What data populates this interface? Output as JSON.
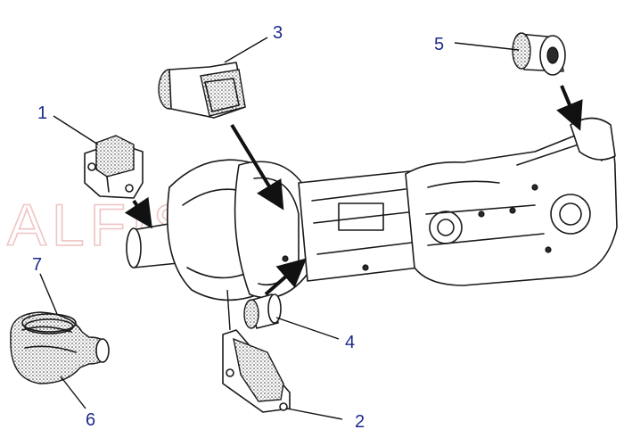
{
  "watermark": "ALFISTI-SHOP",
  "callouts": [
    {
      "id": "1",
      "label": "1"
    },
    {
      "id": "2",
      "label": "2"
    },
    {
      "id": "3",
      "label": "3"
    },
    {
      "id": "4",
      "label": "4"
    },
    {
      "id": "5",
      "label": "5"
    },
    {
      "id": "6",
      "label": "6"
    },
    {
      "id": "7",
      "label": "7"
    }
  ],
  "colors": {
    "callout_text": "#1c2a8a",
    "watermark": "#f0c4c4",
    "line_art": "#1a1a1a",
    "background": "#ffffff"
  }
}
